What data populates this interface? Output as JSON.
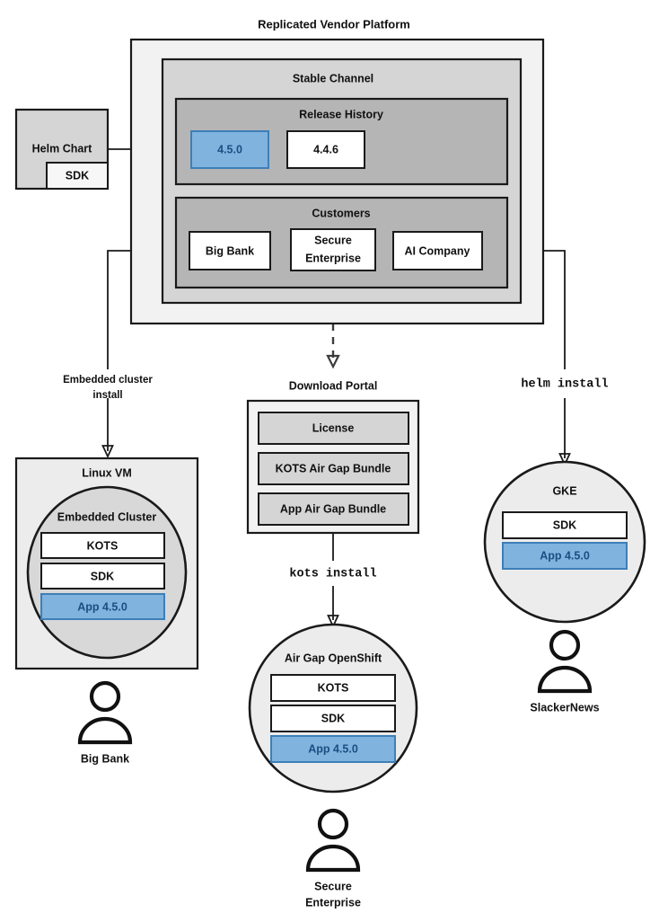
{
  "diagram": {
    "title": "Replicated Vendor Platform",
    "platform": {
      "channel_label": "Stable Channel",
      "release_history": {
        "label": "Release History",
        "releases": [
          {
            "version": "4.5.0",
            "highlighted": true
          },
          {
            "version": "4.4.6",
            "highlighted": false
          }
        ]
      },
      "customers": {
        "label": "Customers",
        "items": [
          "Big Bank",
          "Secure Enterprise",
          "AI Company"
        ]
      }
    },
    "source": {
      "chart_label": "Helm Chart",
      "sdk_label": "SDK"
    },
    "edge_labels": {
      "embedded": "Embedded cluster install",
      "embedded_line1": "Embedded cluster",
      "embedded_line2": "install",
      "kots_install": "kots install",
      "helm_install": "helm install"
    },
    "download_portal": {
      "label": "Download Portal",
      "artifacts": [
        "License",
        "KOTS Air Gap Bundle",
        "App Air Gap Bundle"
      ]
    },
    "targets": [
      {
        "name": "linux-vm",
        "label": "Linux VM",
        "inner_label": "Embedded Cluster",
        "components": [
          {
            "label": "KOTS",
            "highlighted": false
          },
          {
            "label": "SDK",
            "highlighted": false
          },
          {
            "label": "App 4.5.0",
            "highlighted": true
          }
        ],
        "actor": "Big Bank"
      },
      {
        "name": "air-gap-openshift",
        "label": "Air Gap OpenShift",
        "components": [
          {
            "label": "KOTS",
            "highlighted": false
          },
          {
            "label": "SDK",
            "highlighted": false
          },
          {
            "label": "App 4.5.0",
            "highlighted": true
          }
        ],
        "actor_line1": "Secure",
        "actor_line2": "Enterprise"
      },
      {
        "name": "gke",
        "label": "GKE",
        "components": [
          {
            "label": "SDK",
            "highlighted": false
          },
          {
            "label": "App 4.5.0",
            "highlighted": true
          }
        ],
        "actor": "SlackerNews"
      }
    ],
    "colors": {
      "highlight_fill": "#80b3de",
      "highlight_stroke": "#3d7fb8",
      "highlight_text": "#1b4f82",
      "outer_fill": "#f2f2f2",
      "channel_fill": "#d5d5d5",
      "group_fill": "#b5b5b5",
      "vm_fill": "#ececec",
      "cluster_fill": "#d8d8d8",
      "box_fill": "#ffffff",
      "artifact_fill": "#d5d5d5",
      "stroke": "#1a1a1a"
    }
  }
}
